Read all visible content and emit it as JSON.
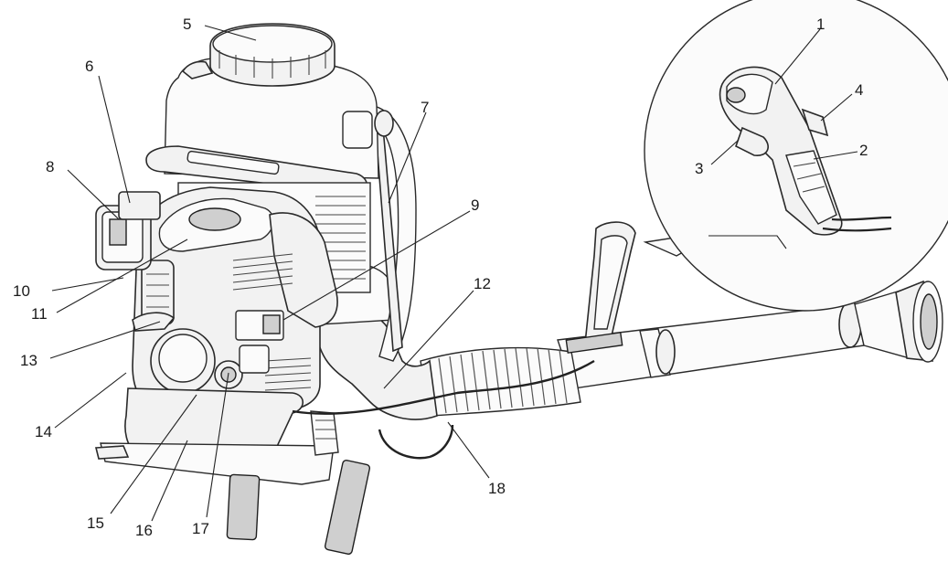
{
  "callouts": {
    "c1": "1",
    "c2": "2",
    "c3": "3",
    "c4": "4",
    "c5": "5",
    "c6": "6",
    "c7": "7",
    "c8": "8",
    "c9": "9",
    "c10": "10",
    "c11": "11",
    "c12": "12",
    "c13": "13",
    "c14": "14",
    "c15": "15",
    "c16": "16",
    "c17": "17",
    "c18": "18"
  },
  "colors": {
    "line": "#222222",
    "fill": "#f2f2f2",
    "shade": "#cfcfcf"
  },
  "icons": {
    "machine": "backpack-blower-illustration",
    "detail": "throttle-handle-detail"
  }
}
